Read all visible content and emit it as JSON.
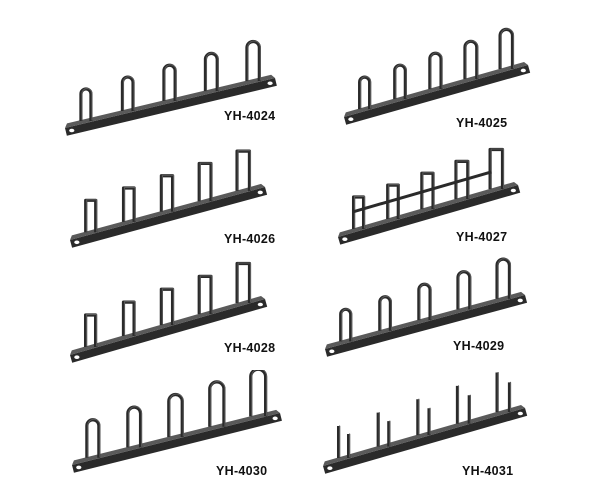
{
  "products": [
    {
      "model": "YH-4024",
      "ring_style": "round-closed",
      "rings": 5
    },
    {
      "model": "YH-4025",
      "ring_style": "round-closed",
      "rings": 5
    },
    {
      "model": "YH-4026",
      "ring_style": "square-closed",
      "rings": 5
    },
    {
      "model": "YH-4027",
      "ring_style": "square-open-cage",
      "rings": 5
    },
    {
      "model": "YH-4028",
      "ring_style": "square-closed",
      "rings": 5
    },
    {
      "model": "YH-4029",
      "ring_style": "round-closed",
      "rings": 5
    },
    {
      "model": "YH-4030",
      "ring_style": "large-round",
      "rings": 5
    },
    {
      "model": "YH-4031",
      "ring_style": "open-hooks",
      "rings": 5
    }
  ],
  "colors": {
    "metal": "#2a2a2a",
    "metal_light": "#5a5a5a",
    "label": "#111111",
    "background": "#ffffff"
  }
}
